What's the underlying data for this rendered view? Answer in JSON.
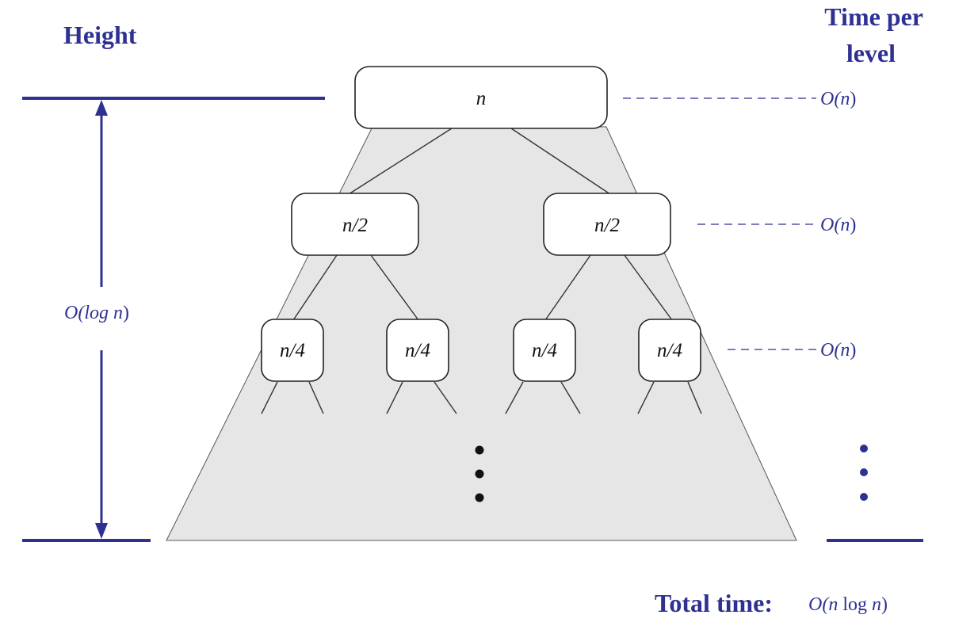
{
  "labels": {
    "height": "Height",
    "time_per_level_line1": "Time per",
    "time_per_level_line2": "level",
    "height_value_prefix": "O(log ",
    "height_value_var": "n",
    "height_value_suffix": ")",
    "total_time": "Total time:",
    "total_prefix": "O(",
    "total_var1": "n",
    "total_mid": " log ",
    "total_var2": "n",
    "total_suffix": ")"
  },
  "nodes": {
    "root": "n",
    "level1": [
      "n/2",
      "n/2"
    ],
    "level2": [
      "n/4",
      "n/4",
      "n/4",
      "n/4"
    ]
  },
  "level_costs": [
    {
      "prefix": "O(",
      "var": "n",
      "suffix": ")"
    },
    {
      "prefix": "O(",
      "var": "n",
      "suffix": ")"
    },
    {
      "prefix": "O(",
      "var": "n",
      "suffix": ")"
    }
  ],
  "colors": {
    "accent": "#2e3192",
    "fill": "#e6e6e6",
    "line": "#333333"
  }
}
